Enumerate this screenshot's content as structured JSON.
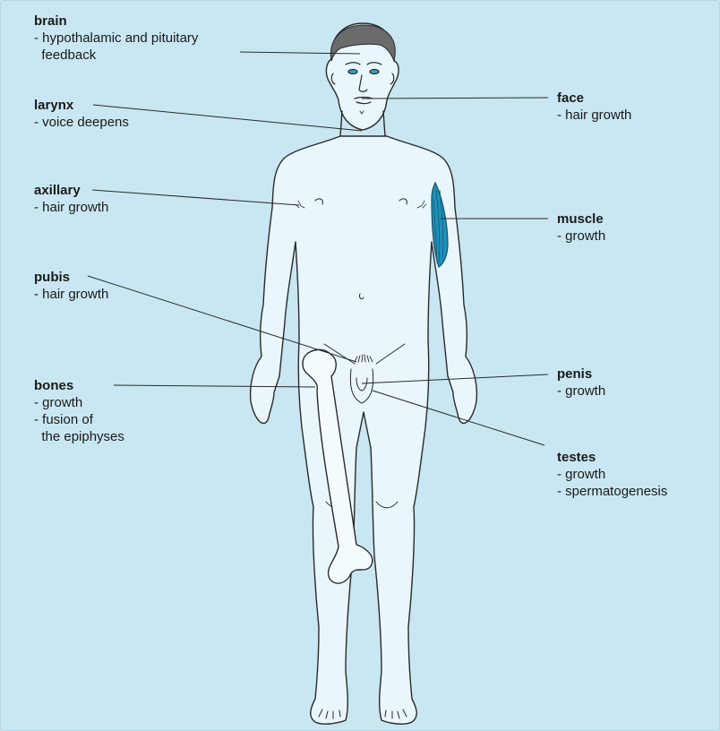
{
  "colors": {
    "background": "#c9e7f2",
    "body_fill": "#e9f6fb",
    "outline": "#2a2a2a",
    "hair": "#6b6b6b",
    "muscle": "#1f8fb8",
    "eye": "#2ea3c4"
  },
  "labels": {
    "brain": {
      "title": "brain",
      "lines": [
        "- hypothalamic and pituitary",
        "  feedback"
      ]
    },
    "larynx": {
      "title": "larynx",
      "lines": [
        "- voice deepens"
      ]
    },
    "axillary": {
      "title": "axillary",
      "lines": [
        "- hair growth"
      ]
    },
    "pubis": {
      "title": "pubis",
      "lines": [
        "- hair growth"
      ]
    },
    "bones": {
      "title": "bones",
      "lines": [
        "- growth",
        "- fusion of",
        "  the epiphyses"
      ]
    },
    "face": {
      "title": "face",
      "lines": [
        "- hair growth"
      ]
    },
    "muscle": {
      "title": "muscle",
      "lines": [
        "- growth"
      ]
    },
    "penis": {
      "title": "penis",
      "lines": [
        "- growth"
      ]
    },
    "testes": {
      "title": "testes",
      "lines": [
        "- growth",
        "- spermatogenesis"
      ]
    }
  },
  "icons": [
    "male-body-figure",
    "femur-bone-icon",
    "biceps-muscle-icon"
  ]
}
